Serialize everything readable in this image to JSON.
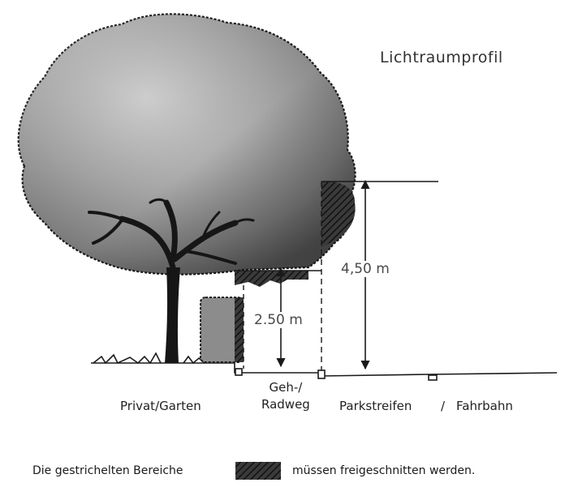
{
  "title": "Lichtraumprofil",
  "dimensions": {
    "high": "4,50 m",
    "low": "2.50 m"
  },
  "zones": {
    "privat": "Privat/Garten",
    "geh_line1": "Geh-/",
    "geh_line2": "Radweg",
    "park": "Parkstreifen",
    "separator": "/",
    "fahrbahn": "Fahrbahn"
  },
  "note": {
    "before": "Die gestrichelten Bereiche",
    "after": "müssen freigeschnitten werden."
  },
  "colors": {
    "canopy_dark": "#3d3d3d",
    "canopy_light": "#bdbdbd",
    "hatch": "#2a2a2a",
    "line": "#1a1a1a"
  },
  "icons": {
    "tree": "tree-icon",
    "hedge": "hedge-icon"
  }
}
